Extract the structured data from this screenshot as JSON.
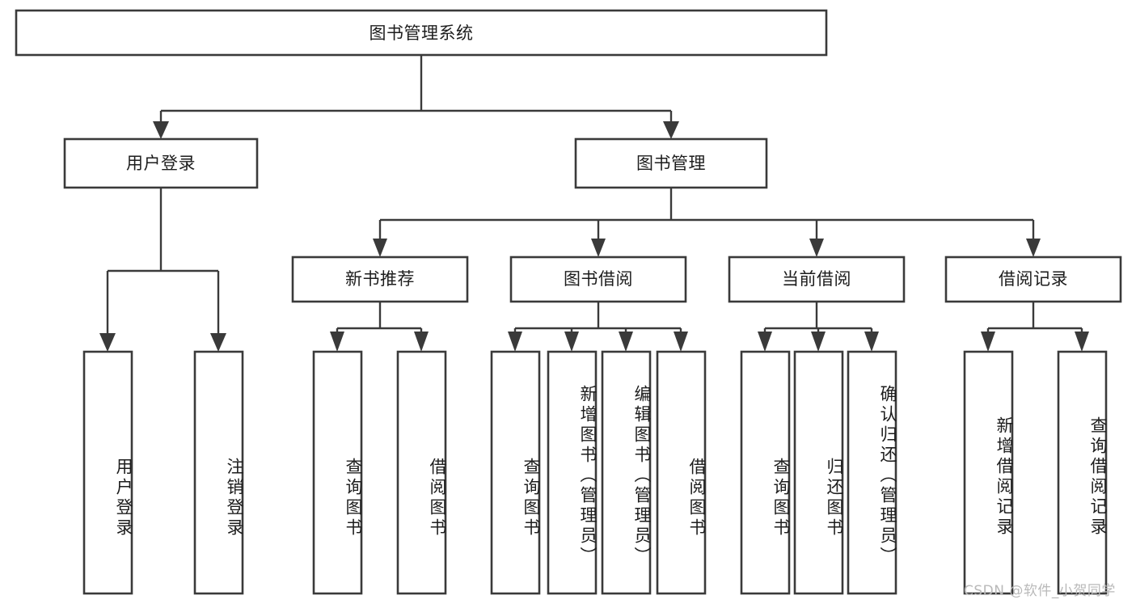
{
  "diagram": {
    "type": "tree-hierarchy",
    "title": "图书管理系统",
    "watermark": "CSDN @软件_小贺同学",
    "colors": {
      "background": "#ffffff",
      "box_stroke": "#3a3a3a",
      "box_fill": "#ffffff",
      "text": "#1d1d1d",
      "watermark": "#b9b9b9"
    },
    "nodes": {
      "root": {
        "label": "图书管理系统",
        "orientation": "horizontal",
        "level": 0
      },
      "n_user_login": {
        "label": "用户登录",
        "orientation": "horizontal",
        "level": 1
      },
      "n_book_mgmt": {
        "label": "图书管理",
        "orientation": "horizontal",
        "level": 1
      },
      "n_new_book_rec": {
        "label": "新书推荐",
        "orientation": "horizontal",
        "level": 2
      },
      "n_book_borrow": {
        "label": "图书借阅",
        "orientation": "horizontal",
        "level": 2
      },
      "n_current_borrow": {
        "label": "当前借阅",
        "orientation": "horizontal",
        "level": 2
      },
      "n_borrow_record": {
        "label": "借阅记录",
        "orientation": "horizontal",
        "level": 2
      },
      "leaf_user_login": {
        "label": "用户登录",
        "orientation": "vertical",
        "level": 3
      },
      "leaf_logout": {
        "label": "注销登录",
        "orientation": "vertical",
        "level": 3
      },
      "leaf_query_book_1": {
        "label": "查询图书",
        "orientation": "vertical",
        "level": 3
      },
      "leaf_borrow_book_1": {
        "label": "借阅图书",
        "orientation": "vertical",
        "level": 3
      },
      "leaf_query_book_2": {
        "label": "查询图书",
        "orientation": "vertical",
        "level": 3
      },
      "leaf_add_book": {
        "label": "新增图书（管理员）",
        "orientation": "vertical",
        "level": 3
      },
      "leaf_edit_book": {
        "label": "编辑图书（管理员）",
        "orientation": "vertical",
        "level": 3
      },
      "leaf_borrow_book_2": {
        "label": "借阅图书",
        "orientation": "vertical",
        "level": 3
      },
      "leaf_query_book_3": {
        "label": "查询图书",
        "orientation": "vertical",
        "level": 3
      },
      "leaf_return_book": {
        "label": "归还图书",
        "orientation": "vertical",
        "level": 3
      },
      "leaf_confirm_return": {
        "label": "确认归还（管理员）",
        "orientation": "vertical",
        "level": 3
      },
      "leaf_add_record": {
        "label": "新增借阅记录",
        "orientation": "vertical",
        "level": 3
      },
      "leaf_query_record": {
        "label": "查询借阅记录",
        "orientation": "vertical",
        "level": 3
      }
    },
    "edges": [
      {
        "from": "root",
        "to": "n_user_login"
      },
      {
        "from": "root",
        "to": "n_book_mgmt"
      },
      {
        "from": "n_user_login",
        "to": "leaf_user_login"
      },
      {
        "from": "n_user_login",
        "to": "leaf_logout"
      },
      {
        "from": "n_book_mgmt",
        "to": "n_new_book_rec"
      },
      {
        "from": "n_book_mgmt",
        "to": "n_book_borrow"
      },
      {
        "from": "n_book_mgmt",
        "to": "n_current_borrow"
      },
      {
        "from": "n_book_mgmt",
        "to": "n_borrow_record"
      },
      {
        "from": "n_new_book_rec",
        "to": "leaf_query_book_1"
      },
      {
        "from": "n_new_book_rec",
        "to": "leaf_borrow_book_1"
      },
      {
        "from": "n_book_borrow",
        "to": "leaf_query_book_2"
      },
      {
        "from": "n_book_borrow",
        "to": "leaf_add_book"
      },
      {
        "from": "n_book_borrow",
        "to": "leaf_edit_book"
      },
      {
        "from": "n_book_borrow",
        "to": "leaf_borrow_book_2"
      },
      {
        "from": "n_current_borrow",
        "to": "leaf_query_book_3"
      },
      {
        "from": "n_current_borrow",
        "to": "leaf_return_book"
      },
      {
        "from": "n_current_borrow",
        "to": "leaf_confirm_return"
      },
      {
        "from": "n_borrow_record",
        "to": "leaf_add_record"
      },
      {
        "from": "n_borrow_record",
        "to": "leaf_query_record"
      }
    ]
  }
}
